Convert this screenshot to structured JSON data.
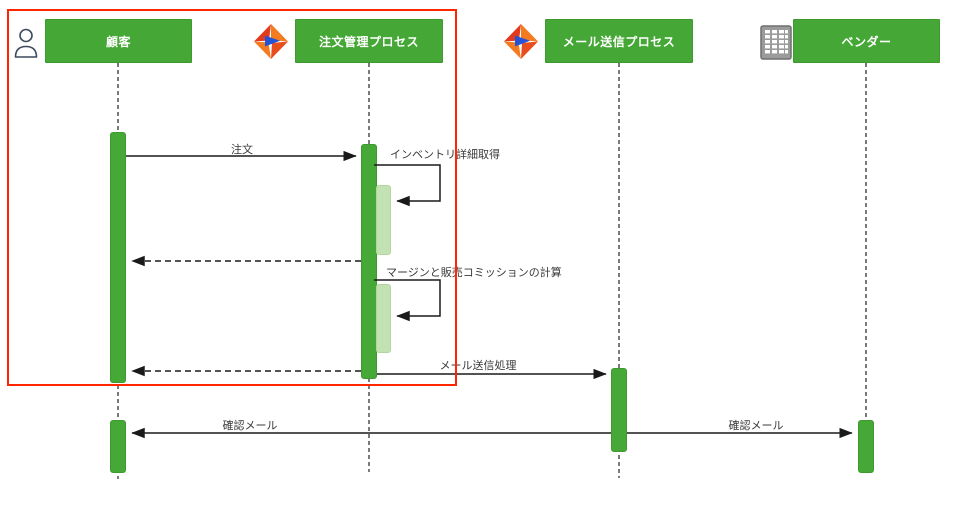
{
  "diagram": {
    "type": "uml-sequence-diagram",
    "actors": [
      {
        "label": "顧客",
        "icon": "person-icon"
      },
      {
        "label": "注文管理プロセス",
        "icon": "informatica-icon"
      },
      {
        "label": "メール送信プロセス",
        "icon": "informatica-icon"
      },
      {
        "label": "ベンダー",
        "icon": "building-icon"
      }
    ],
    "messages": {
      "order": {
        "label": "注文",
        "type": "sync-solid",
        "from": "顧客",
        "to": "注文管理プロセス"
      },
      "inventory": {
        "label": "インベントリ詳細取得",
        "type": "self-message",
        "from": "注文管理プロセス",
        "to": "注文管理プロセス"
      },
      "return1": {
        "label": "",
        "type": "dashed-return",
        "from": "注文管理プロセス",
        "to": "顧客"
      },
      "margin": {
        "label": "マージンと販売コミッションの計算",
        "type": "self-message",
        "from": "注文管理プロセス",
        "to": "注文管理プロセス"
      },
      "return2": {
        "label": "",
        "type": "dashed-return",
        "from": "注文管理プロセス",
        "to": "顧客"
      },
      "mail_send": {
        "label": "メール送信処理",
        "type": "sync-solid",
        "from": "注文管理プロセス",
        "to": "メール送信プロセス"
      },
      "confirm_left": {
        "label": "確認メール",
        "type": "sync-solid",
        "from": "メール送信プロセス",
        "to": "顧客"
      },
      "confirm_right": {
        "label": "確認メール",
        "type": "sync-solid",
        "from": "メール送信プロセス",
        "to": "ベンダー"
      }
    },
    "annotations": {
      "highlight_rectangle": "red frame around 顧客 and 注文管理プロセス interaction region"
    },
    "colors": {
      "activation_green": "#46a837",
      "nested_activation_green": "#c3e2b4",
      "highlight_red": "#ff2600",
      "lifeline_black": "#333333",
      "header_text": "#ffffff"
    }
  }
}
